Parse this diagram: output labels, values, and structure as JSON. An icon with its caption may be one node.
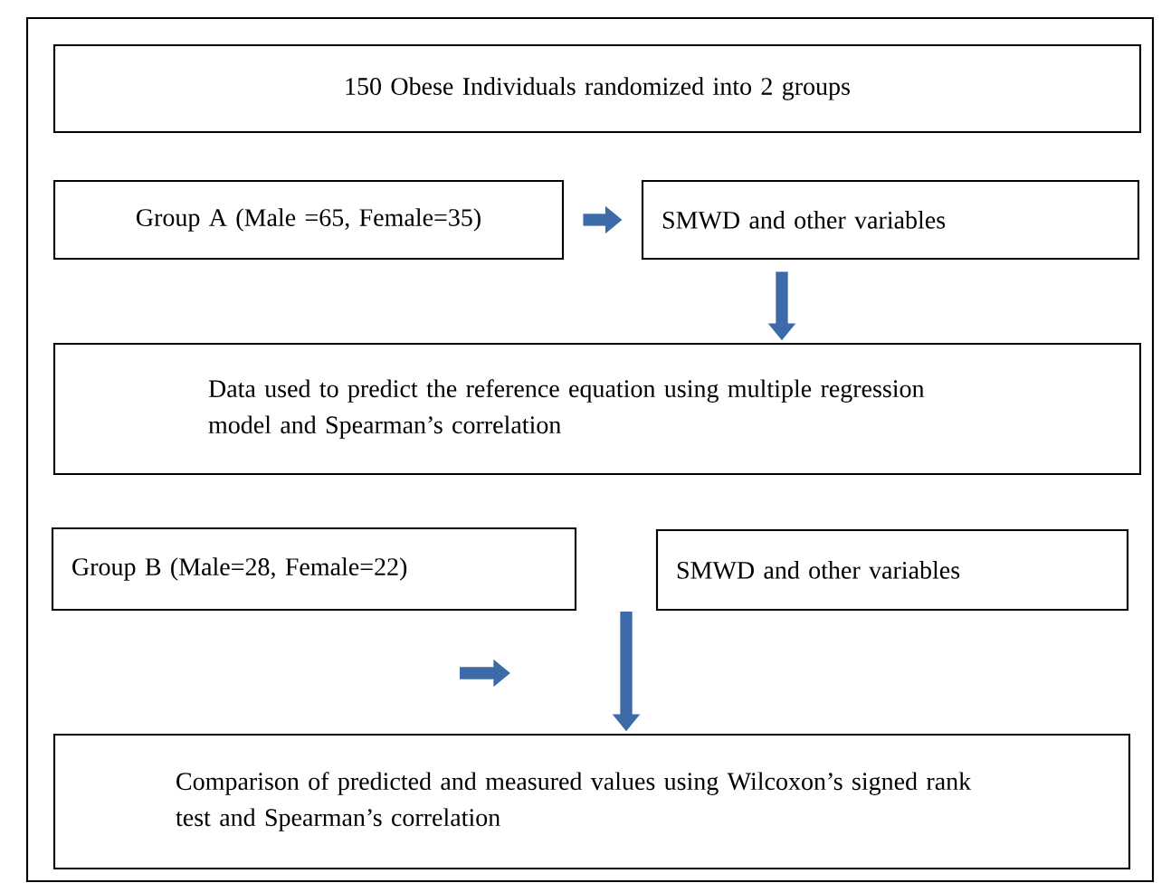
{
  "diagram": {
    "nodes": [
      {
        "text": [],
        "shape": "box"
      },
      {
        "text": [
          "150 Obese Individuals randomized into 2 groups"
        ],
        "in": 0
      },
      {
        "text": [
          "Group A (Male =65, Female=35)"
        ],
        "in": 0
      },
      {
        "text": [
          "SMWD and other variables"
        ],
        "in": 0
      },
      {
        "text": [
          "Data used to predict the reference equation using multiple regression model and Spearman’s correlation"
        ],
        "in": 0
      },
      {
        "text": [
          "Group B (Male=28, Female=22)"
        ],
        "in": 0
      },
      {
        "text": [
          "SMWD and other variables"
        ],
        "in": 0
      },
      {
        "text": [
          "Comparison of predicted and measured values using Wilcoxon’s signed rank test and Spearman’s correlation"
        ],
        "in": 0
      }
    ],
    "edges": [
      {
        "from": 2,
        "to": 3,
        "arrow": "to"
      },
      {
        "from": 3,
        "to": 4,
        "arrow": "to"
      },
      {
        "from": null,
        "to": 7,
        "arrow": "to"
      }
    ]
  }
}
